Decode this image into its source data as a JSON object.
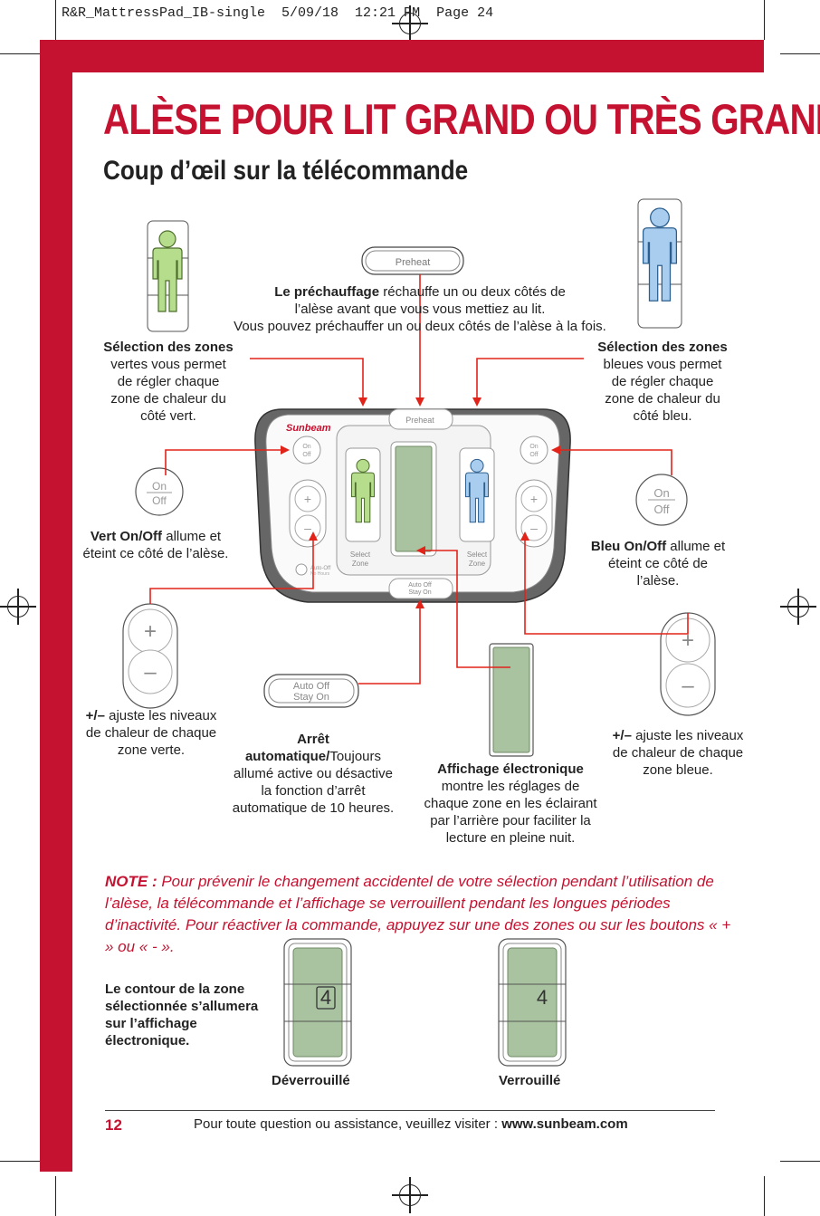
{
  "slug": "R&R_MattressPad_IB-single  5/09/18  12:21 PM  Page 24",
  "title": "ALÈSE POUR LIT GRAND OU TRÈS GRAND",
  "subtitle": "Coup d’œil sur la télécommande",
  "remote": {
    "brand": "Sunbeam",
    "preheat": "Preheat",
    "on": "On",
    "off": "Off",
    "plus": "+",
    "minus": "–",
    "select_line1": "Select",
    "select_line2": "Zone",
    "auto_off": "Auto Off",
    "stay_on": "Stay On",
    "auto_off_small": "Auto-Off",
    "ten_hours": "No Hours"
  },
  "captions": {
    "preheat_bold": "Le préchauffage",
    "preheat_rest1": " réchauffe un ou deux côtés de",
    "preheat_line2": "l’alèse avant que vous vous mettiez au lit.",
    "preheat_line3": "Vous pouvez préchauffer un ou deux côtés de l’alèse à la fois.",
    "green_zone_bold": "Sélection des zones",
    "green_zone_rest": " vertes vous permet de régler chaque zone de chaleur du côté vert.",
    "blue_zone_bold": "Sélection des zones",
    "blue_zone_rest": " bleues vous permet de régler chaque zone de chaleur du côté bleu.",
    "green_onoff_bold": "Vert On/Off",
    "green_onoff_rest": " allume et éteint ce côté de l’alèse.",
    "blue_onoff_bold": "Bleu On/Off",
    "blue_onoff_rest": " allume et éteint ce côté de l’alèse.",
    "green_plusminus_bold": "+/–",
    "green_plusminus_rest": " ajuste les niveaux de chaleur de chaque zone verte.",
    "blue_plusminus_bold": "+/–",
    "blue_plusminus_rest": " ajuste les niveaux de chaleur de chaque zone bleue.",
    "auto_bold": "Arrêt automatique/",
    "auto_rest": "Toujours allumé active ou désactive la fonction d’arrêt automatique de 10 heures.",
    "display_bold": "Affichage électronique",
    "display_rest": "montre les réglages de chaque zone en les éclairant par l’arrière pour faciliter la lecture en pleine nuit."
  },
  "note": {
    "label": "NOTE  :",
    "text": " Pour prévenir le changement accidentel de votre sélection pendant l’utilisation de l’alèse, la télécommande et l’affichage se verrouillent pendant les longues périodes d’inactivité. Pour réactiver la commande, appuyez sur une des zones ou sur les boutons «  +  » ou «  - »."
  },
  "lock_section": {
    "description": "Le contour de la zone sélectionnée s’allumera sur l’affichage électronique.",
    "unlocked_label": "Déverrouillé",
    "locked_label": "Verrouillé",
    "unlocked_digit": "4",
    "locked_digit": "4"
  },
  "footer": {
    "page_number": "12",
    "text": "Pour toute question ou assistance, veuillez visiter  : ",
    "url": "www.sunbeam.com"
  },
  "colors": {
    "brand_red": "#c41230",
    "green_zone": "#b6dd8c",
    "blue_zone": "#a9cdef",
    "display_green": "#a9c3a0",
    "arrow_red": "#e2231a"
  }
}
